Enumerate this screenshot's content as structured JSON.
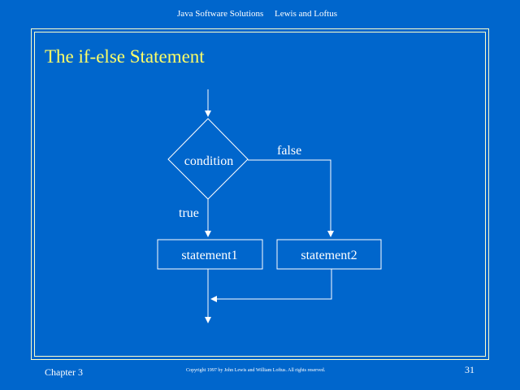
{
  "header": {
    "book_title": "Java Software Solutions",
    "authors": "Lewis and Loftus"
  },
  "slide": {
    "title": "The if-else Statement"
  },
  "diagram": {
    "condition_label": "condition",
    "true_label": "true",
    "false_label": "false",
    "statement1_label": "statement1",
    "statement2_label": "statement2"
  },
  "footer": {
    "chapter": "Chapter 3",
    "copyright": "Copyright 1997 by John Lewis and William Loftus.  All rights reserved.",
    "page_number": "31"
  },
  "colors": {
    "background": "#0066cc",
    "title": "#ffff66",
    "lines": "#ffffff",
    "frame": "#ffffcc"
  }
}
